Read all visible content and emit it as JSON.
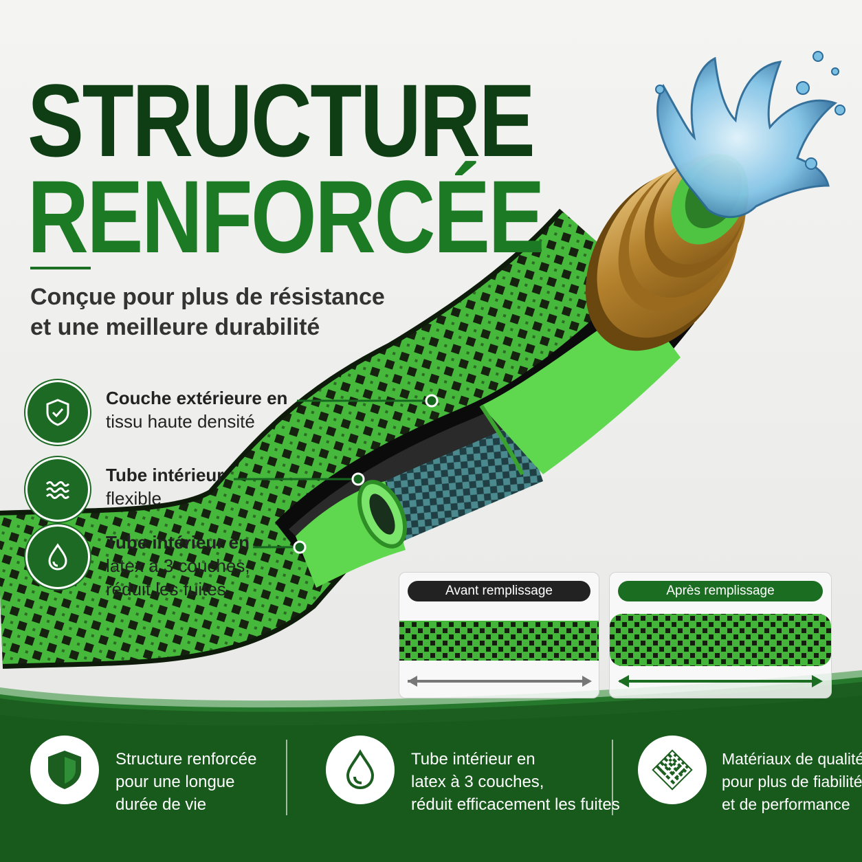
{
  "heading": {
    "line1": "STRUCTURE",
    "line2": "RENFORCÉE",
    "subtitle": "Conçue pour plus de résistance et une meilleure durabilité"
  },
  "features": [
    {
      "icon": "shield-check-icon",
      "title": "Couche extérieure en",
      "desc": "tissu haute densité"
    },
    {
      "icon": "water-waves-icon",
      "title": "Tube intérieur",
      "desc": "flexible"
    },
    {
      "icon": "water-drop-icon",
      "title": "Tube intérieur en",
      "desc": "latex à 3 couches, réduit les fuites"
    }
  ],
  "comparison": {
    "before_label": "Avant remplissage",
    "after_label": "Après remplissage"
  },
  "bottom_bar": [
    {
      "icon": "shield-icon",
      "line1": "Structure renforcée",
      "line2": "pour une longue",
      "line3": "durée de vie"
    },
    {
      "icon": "water-drop-icon",
      "line1": "Tube intérieur en",
      "line2": "latex à 3 couches,",
      "line3": "réduit efficacement les fuites"
    },
    {
      "icon": "woven-fabric-icon",
      "line1": "Matériaux de qualité",
      "line2": "pour plus de fiabilité",
      "line3": "et de performance"
    }
  ],
  "colors": {
    "dark_green": "#0f3d14",
    "brand_green": "#1c7a24",
    "hose_green": "#4fc443",
    "bottom_bar": "#1b5e20",
    "brass": "#c99a3e",
    "water": "#6fb6de"
  }
}
